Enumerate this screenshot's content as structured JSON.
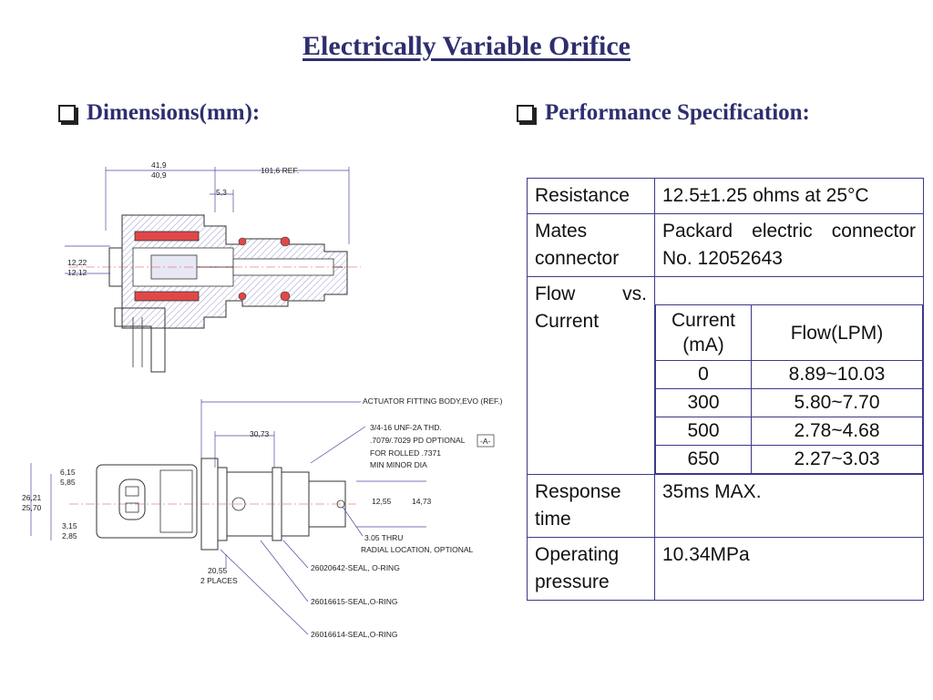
{
  "title": "Electrically Variable Orifice",
  "sections": {
    "dimensions": "Dimensions(mm):",
    "performance": "Performance Specification:"
  },
  "drawing": {
    "top_view": {
      "dim_length_a": "41,9",
      "dim_length_b": "40,9",
      "dim_ref": "101,6 REF.",
      "dim_small": "5,3",
      "dim_dia_a": "12,22",
      "dim_dia_b": "12,12"
    },
    "side_view": {
      "actuator_label": "ACTUATOR FITTING BODY,EVO (REF.)",
      "dim_length": "30,73",
      "thread_1": "3/4-16 UNF-2A THD.",
      "thread_2": ".7079/.7029 PD OPTIONAL",
      "thread_3": "FOR ROLLED .7371",
      "thread_4": "MIN MINOR DIA",
      "datum": "-A-",
      "dim_6a": "6,15",
      "dim_6b": "5,85",
      "dim_26a": "26,21",
      "dim_26b": "25,70",
      "dim_3a": "3,15",
      "dim_3b": "2,85",
      "dia_1255": "12,55",
      "dia_1473": "14,73",
      "thru_1": "3.05 THRU",
      "thru_2": "RADIAL LOCATION, OPTIONAL",
      "dia_2055": "20,55",
      "places": "2 PLACES",
      "seal_1": "26020642-SEAL, O-RING",
      "seal_2": "26016615-SEAL,O-RING",
      "seal_3": "26016614-SEAL,O-RING"
    }
  },
  "spec": {
    "resistance_label": "Resistance",
    "resistance_value": "12.5±1.25 ohms at 25°C",
    "mates_label_1": "Mates",
    "mates_label_2": "connector",
    "mates_value_1": "Packard electric connector",
    "mates_value_2": "No. 12052643",
    "flow_label_1": "Flow vs.",
    "flow_label_2": "Current",
    "flow_header_current": "Current (mA)",
    "flow_header_flow": "Flow(LPM)",
    "flow_rows": [
      {
        "current": "0",
        "flow": "8.89~10.03"
      },
      {
        "current": "300",
        "flow": "5.80~7.70"
      },
      {
        "current": "500",
        "flow": "2.78~4.68"
      },
      {
        "current": "650",
        "flow": "2.27~3.03"
      }
    ],
    "response_label_1": "Response",
    "response_label_2": "time",
    "response_value": "35ms MAX.",
    "pressure_label_1": "Operating",
    "pressure_label_2": "pressure",
    "pressure_value": "10.34MPa"
  }
}
